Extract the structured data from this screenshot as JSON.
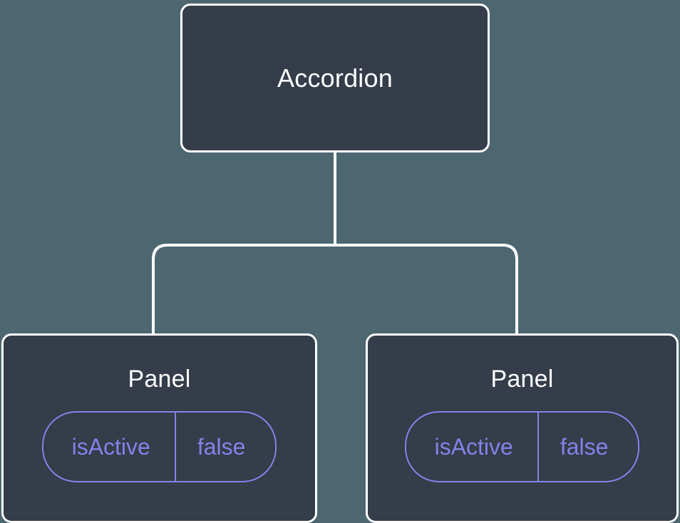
{
  "theme": {
    "canvas_background": "#4d6771",
    "node_fill": "#353c4a",
    "node_border": "#ffffff",
    "node_title_color": "#ffffff",
    "connector_color": "#ffffff",
    "prop_accent": "#8184e8"
  },
  "tree": {
    "root": {
      "label": "Accordion"
    },
    "children": [
      {
        "label": "Panel",
        "props": [
          {
            "key": "isActive",
            "value": "false"
          }
        ]
      },
      {
        "label": "Panel",
        "props": [
          {
            "key": "isActive",
            "value": "false"
          }
        ]
      }
    ]
  }
}
